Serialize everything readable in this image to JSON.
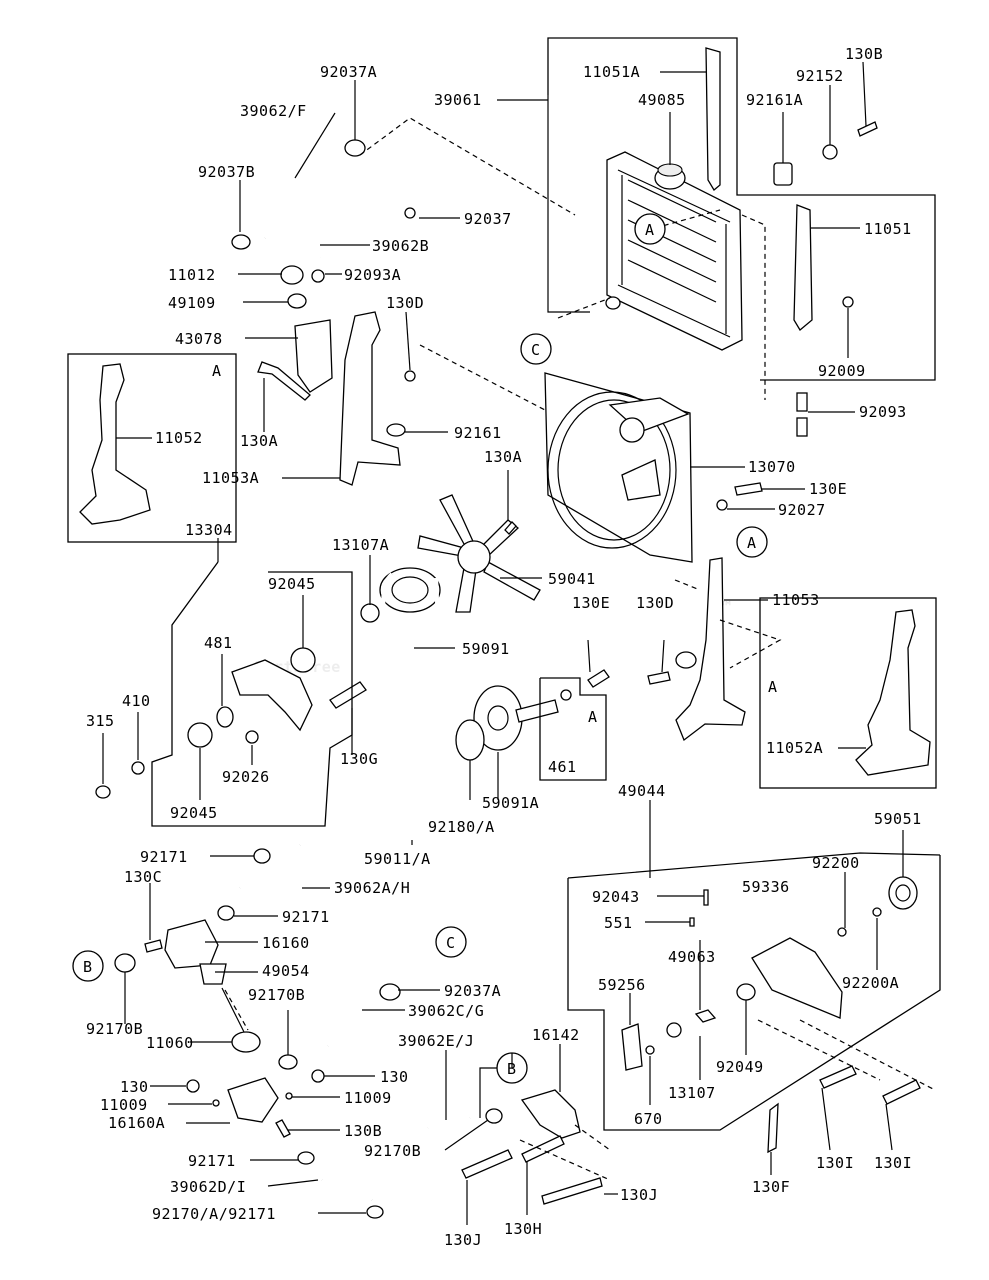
{
  "watermark": {
    "text": "PartsTree",
    "tm": "™"
  },
  "labels": {
    "l_92037A": "92037A",
    "l_39062F": "39062/F",
    "l_92037B": "92037B",
    "l_39061": "39061",
    "l_11051A": "11051A",
    "l_49085": "49085",
    "l_92161A": "92161A",
    "l_92152": "92152",
    "l_130B_top": "130B",
    "l_92037": "92037",
    "l_39062B": "39062B",
    "l_11012": "11012",
    "l_92093A": "92093A",
    "l_49109": "49109",
    "l_130D_top": "130D",
    "l_43078": "43078",
    "l_11051": "11051",
    "l_92009": "92009",
    "l_92093": "92093",
    "l_A_box1": "A",
    "l_11052": "11052",
    "l_130A_left": "130A",
    "l_92161": "92161",
    "l_11053A": "11053A",
    "l_130A_mid": "130A",
    "l_13070": "13070",
    "l_130E_right": "130E",
    "l_92027": "92027",
    "l_13304": "13304",
    "l_13107A": "13107A",
    "l_92045_top": "92045",
    "l_59041": "59041",
    "l_11053": "11053",
    "l_130E_mid": "130E",
    "l_130D_mid": "130D",
    "l_481": "481",
    "l_59091": "59091",
    "l_A_box2": "A",
    "l_410": "410",
    "l_315": "315",
    "l_A_mid": "A",
    "l_11052A": "11052A",
    "l_130G": "130G",
    "l_92026": "92026",
    "l_461": "461",
    "l_92045_bot": "92045",
    "l_59091A": "59091A",
    "l_92180A": "92180/A",
    "l_59011A": "59011/A",
    "l_49044": "49044",
    "l_59051": "59051",
    "l_92171_a": "92171",
    "l_130C": "130C",
    "l_39062AH": "39062A/H",
    "l_92200": "92200",
    "l_59336": "59336",
    "l_92043": "92043",
    "l_92171_b": "92171",
    "l_551": "551",
    "l_16160": "16160",
    "l_49063": "49063",
    "l_92200A": "92200A",
    "l_49054": "49054",
    "l_92037A_bot": "92037A",
    "l_92170B_left": "92170B",
    "l_59256": "59256",
    "l_39062CG": "39062C/G",
    "l_92170B_top": "92170B",
    "l_16142": "16142",
    "l_39062EJ": "39062E/J",
    "l_92049": "92049",
    "l_11060": "11060",
    "l_130_left": "130",
    "l_130_right": "130",
    "l_13107": "13107",
    "l_11009_left": "11009",
    "l_11009_right": "11009",
    "l_670": "670",
    "l_16160A": "16160A",
    "l_130B_bot": "130B",
    "l_92170B_bot": "92170B",
    "l_92171_c": "92171",
    "l_39062DI": "39062D/I",
    "l_130J_right": "130J",
    "l_92170A92171": "92170/A/92171",
    "l_130F": "130F",
    "l_130I_a": "130I",
    "l_130I_b": "130I",
    "l_130J_bot": "130J",
    "l_130H": "130H"
  },
  "callouts": {
    "c_A1": "A",
    "c_C1": "C",
    "c_A2": "A",
    "c_B1": "B",
    "c_C2": "C",
    "c_B2": "B"
  }
}
